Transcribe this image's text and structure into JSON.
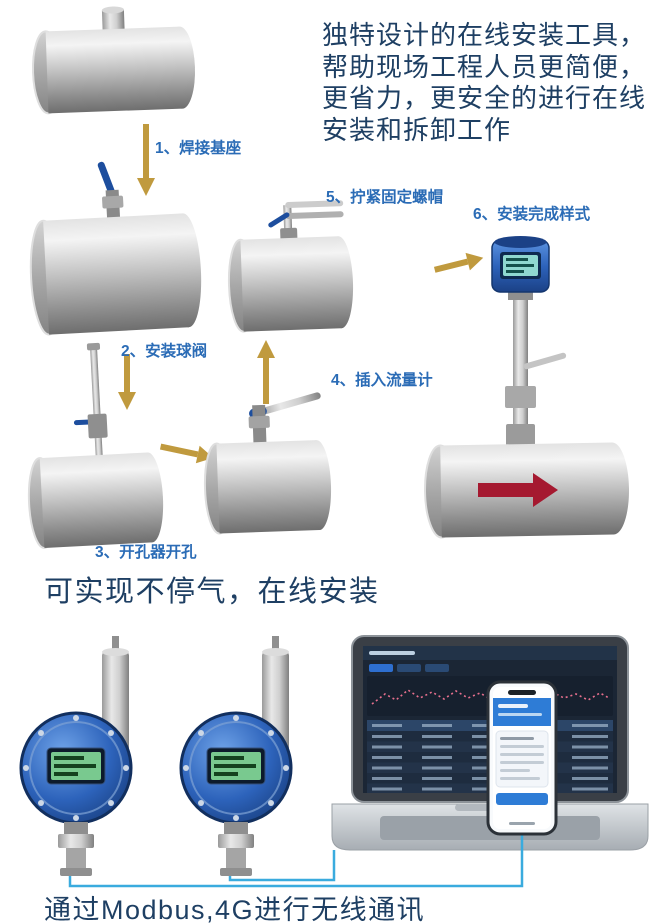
{
  "intro": {
    "text": "独特设计的在线安装工具， 帮助现场工程人员更简便， 更省力，更安全的进行在线安装和拆卸工作"
  },
  "steps": [
    {
      "label": "1、焊接基座"
    },
    {
      "label": "2、安装球阀"
    },
    {
      "label": "3、开孔器开孔"
    },
    {
      "label": "4、插入流量计"
    },
    {
      "label": "5、拧紧固定螺帽"
    },
    {
      "label": "6、安装完成样式"
    }
  ],
  "captions": {
    "no_gas_stop": "可实现不停气，在线安装",
    "wireless": "通过Modbus,4G进行无线通讯"
  },
  "icons": [
    "pipe-icon",
    "ball-valve-icon",
    "hole-opener-icon",
    "flow-meter-icon",
    "wrench-icon",
    "gas-detector-icon",
    "laptop-icon",
    "smartphone-icon",
    "down-arrow-icon",
    "up-arrow-icon",
    "right-arrow-icon",
    "flow-direction-arrow-icon"
  ],
  "colors": {
    "heading_text": "#1e3f63",
    "step_label": "#2b6cb6",
    "guide_arrow": "#c09a3e",
    "flow_arrow": "#a51930",
    "device_blue": "#2d63bb",
    "wire_blue": "#3aabde"
  }
}
